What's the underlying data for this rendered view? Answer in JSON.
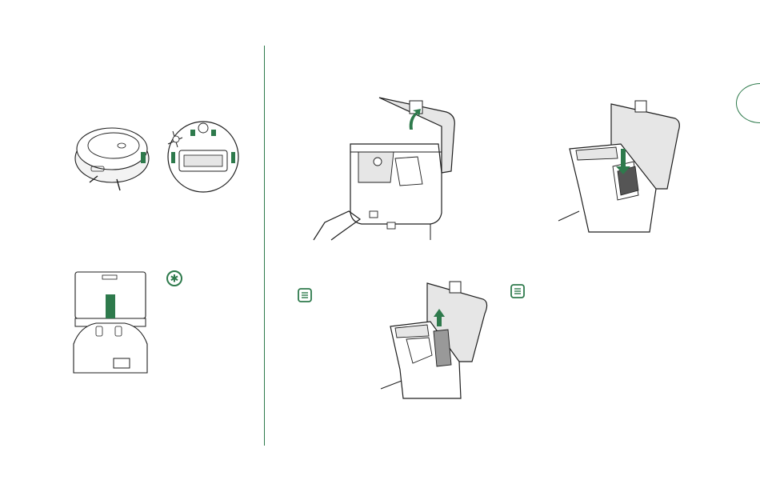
{
  "colors": {
    "accent": "#2e7a4c",
    "line": "#1e1e1e",
    "panel": "#e6e6e6"
  },
  "icons": [
    "tip-icon",
    "note-icon",
    "note-icon"
  ],
  "illustrations": [
    "robot-top-view",
    "robot-bottom-view",
    "dock-front-view",
    "evac-lid-open",
    "bag-insert",
    "bag-remove"
  ]
}
